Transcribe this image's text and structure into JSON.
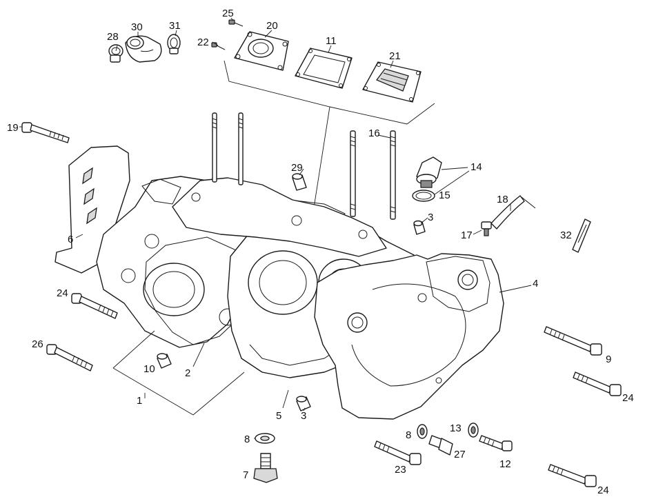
{
  "diagram": {
    "parts": [
      {
        "id": "p1",
        "label": "1"
      },
      {
        "id": "p2",
        "label": "2"
      },
      {
        "id": "p3a",
        "label": "3"
      },
      {
        "id": "p3b",
        "label": "3"
      },
      {
        "id": "p4",
        "label": "4"
      },
      {
        "id": "p5",
        "label": "5"
      },
      {
        "id": "p6",
        "label": "6"
      },
      {
        "id": "p7",
        "label": "7"
      },
      {
        "id": "p8a",
        "label": "8"
      },
      {
        "id": "p8b",
        "label": "8"
      },
      {
        "id": "p9",
        "label": "9"
      },
      {
        "id": "p10",
        "label": "10"
      },
      {
        "id": "p11",
        "label": "11"
      },
      {
        "id": "p12",
        "label": "12"
      },
      {
        "id": "p13",
        "label": "13"
      },
      {
        "id": "p14",
        "label": "14"
      },
      {
        "id": "p15",
        "label": "15"
      },
      {
        "id": "p16",
        "label": "16"
      },
      {
        "id": "p17",
        "label": "17"
      },
      {
        "id": "p18",
        "label": "18"
      },
      {
        "id": "p19",
        "label": "19"
      },
      {
        "id": "p20",
        "label": "20"
      },
      {
        "id": "p21",
        "label": "21"
      },
      {
        "id": "p22",
        "label": "22"
      },
      {
        "id": "p23",
        "label": "23"
      },
      {
        "id": "p24a",
        "label": "24"
      },
      {
        "id": "p24b",
        "label": "24"
      },
      {
        "id": "p24c",
        "label": "24"
      },
      {
        "id": "p25",
        "label": "25"
      },
      {
        "id": "p26",
        "label": "26"
      },
      {
        "id": "p27",
        "label": "27"
      },
      {
        "id": "p28",
        "label": "28"
      },
      {
        "id": "p29",
        "label": "29"
      },
      {
        "id": "p30",
        "label": "30"
      },
      {
        "id": "p31",
        "label": "31"
      },
      {
        "id": "p32",
        "label": "32"
      }
    ]
  }
}
